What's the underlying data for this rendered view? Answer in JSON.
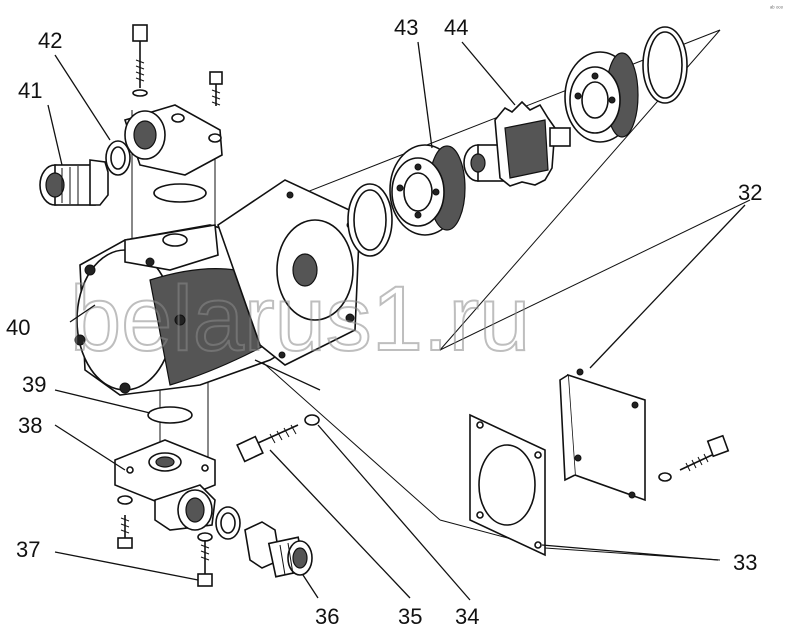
{
  "watermark": "belarus1.ru",
  "corner_mark": "ᵃᵇ ᵒᵒᵒ",
  "callouts": {
    "c32": "32",
    "c33": "33",
    "c34": "34",
    "c35": "35",
    "c36": "36",
    "c37": "37",
    "c38": "38",
    "c39": "39",
    "c40": "40",
    "c41": "41",
    "c42": "42",
    "c43": "43",
    "c44": "44"
  }
}
